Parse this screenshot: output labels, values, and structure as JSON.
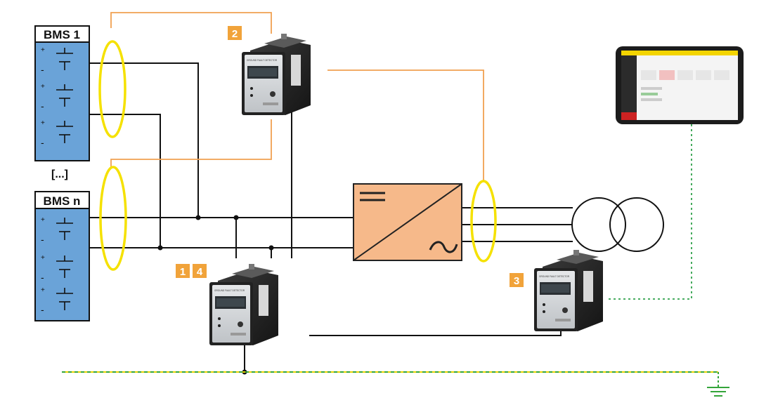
{
  "battery_labels": {
    "first": "BMS 1",
    "last": "BMS n",
    "ellipsis": "[...]"
  },
  "cell_signs": {
    "plus": "+",
    "minus": "-"
  },
  "markers": {
    "m1": "1",
    "m2": "2",
    "m3": "3",
    "m4": "4"
  },
  "colors": {
    "battery_fill": "#6aa3d8",
    "inverter_fill": "#f6b98a",
    "sensor_ring": "#f5e100",
    "orange_wire": "#f0a050",
    "marker_bg": "#f1a33a",
    "earth_green": "#34a53a",
    "earth_yellow": "#e9d100",
    "comm_green": "#2fa04a"
  },
  "icons": {
    "tablet": "monitoring-tablet-icon",
    "ground": "earth-ground-icon",
    "transformer": "transformer-icon",
    "inverter": "dc-ac-inverter-icon",
    "device": "ground-fault-detector-icon"
  }
}
